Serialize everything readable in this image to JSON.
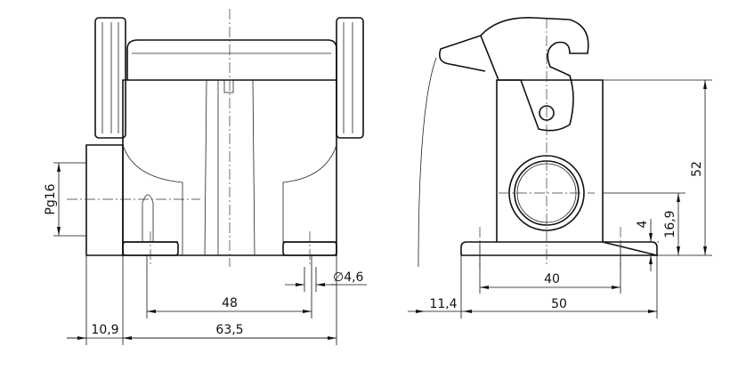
{
  "dimensions": {
    "thread": "Pg16",
    "hole_diameter": "∅4,6",
    "hole_spacing_front": "48",
    "overall_length": "63,5",
    "boss_offset": "10,9",
    "lever_offset": "11,4",
    "base_width": "50",
    "hole_spacing_side": "40",
    "foot_height": "4",
    "entry_height": "16,9",
    "total_height": "52"
  }
}
